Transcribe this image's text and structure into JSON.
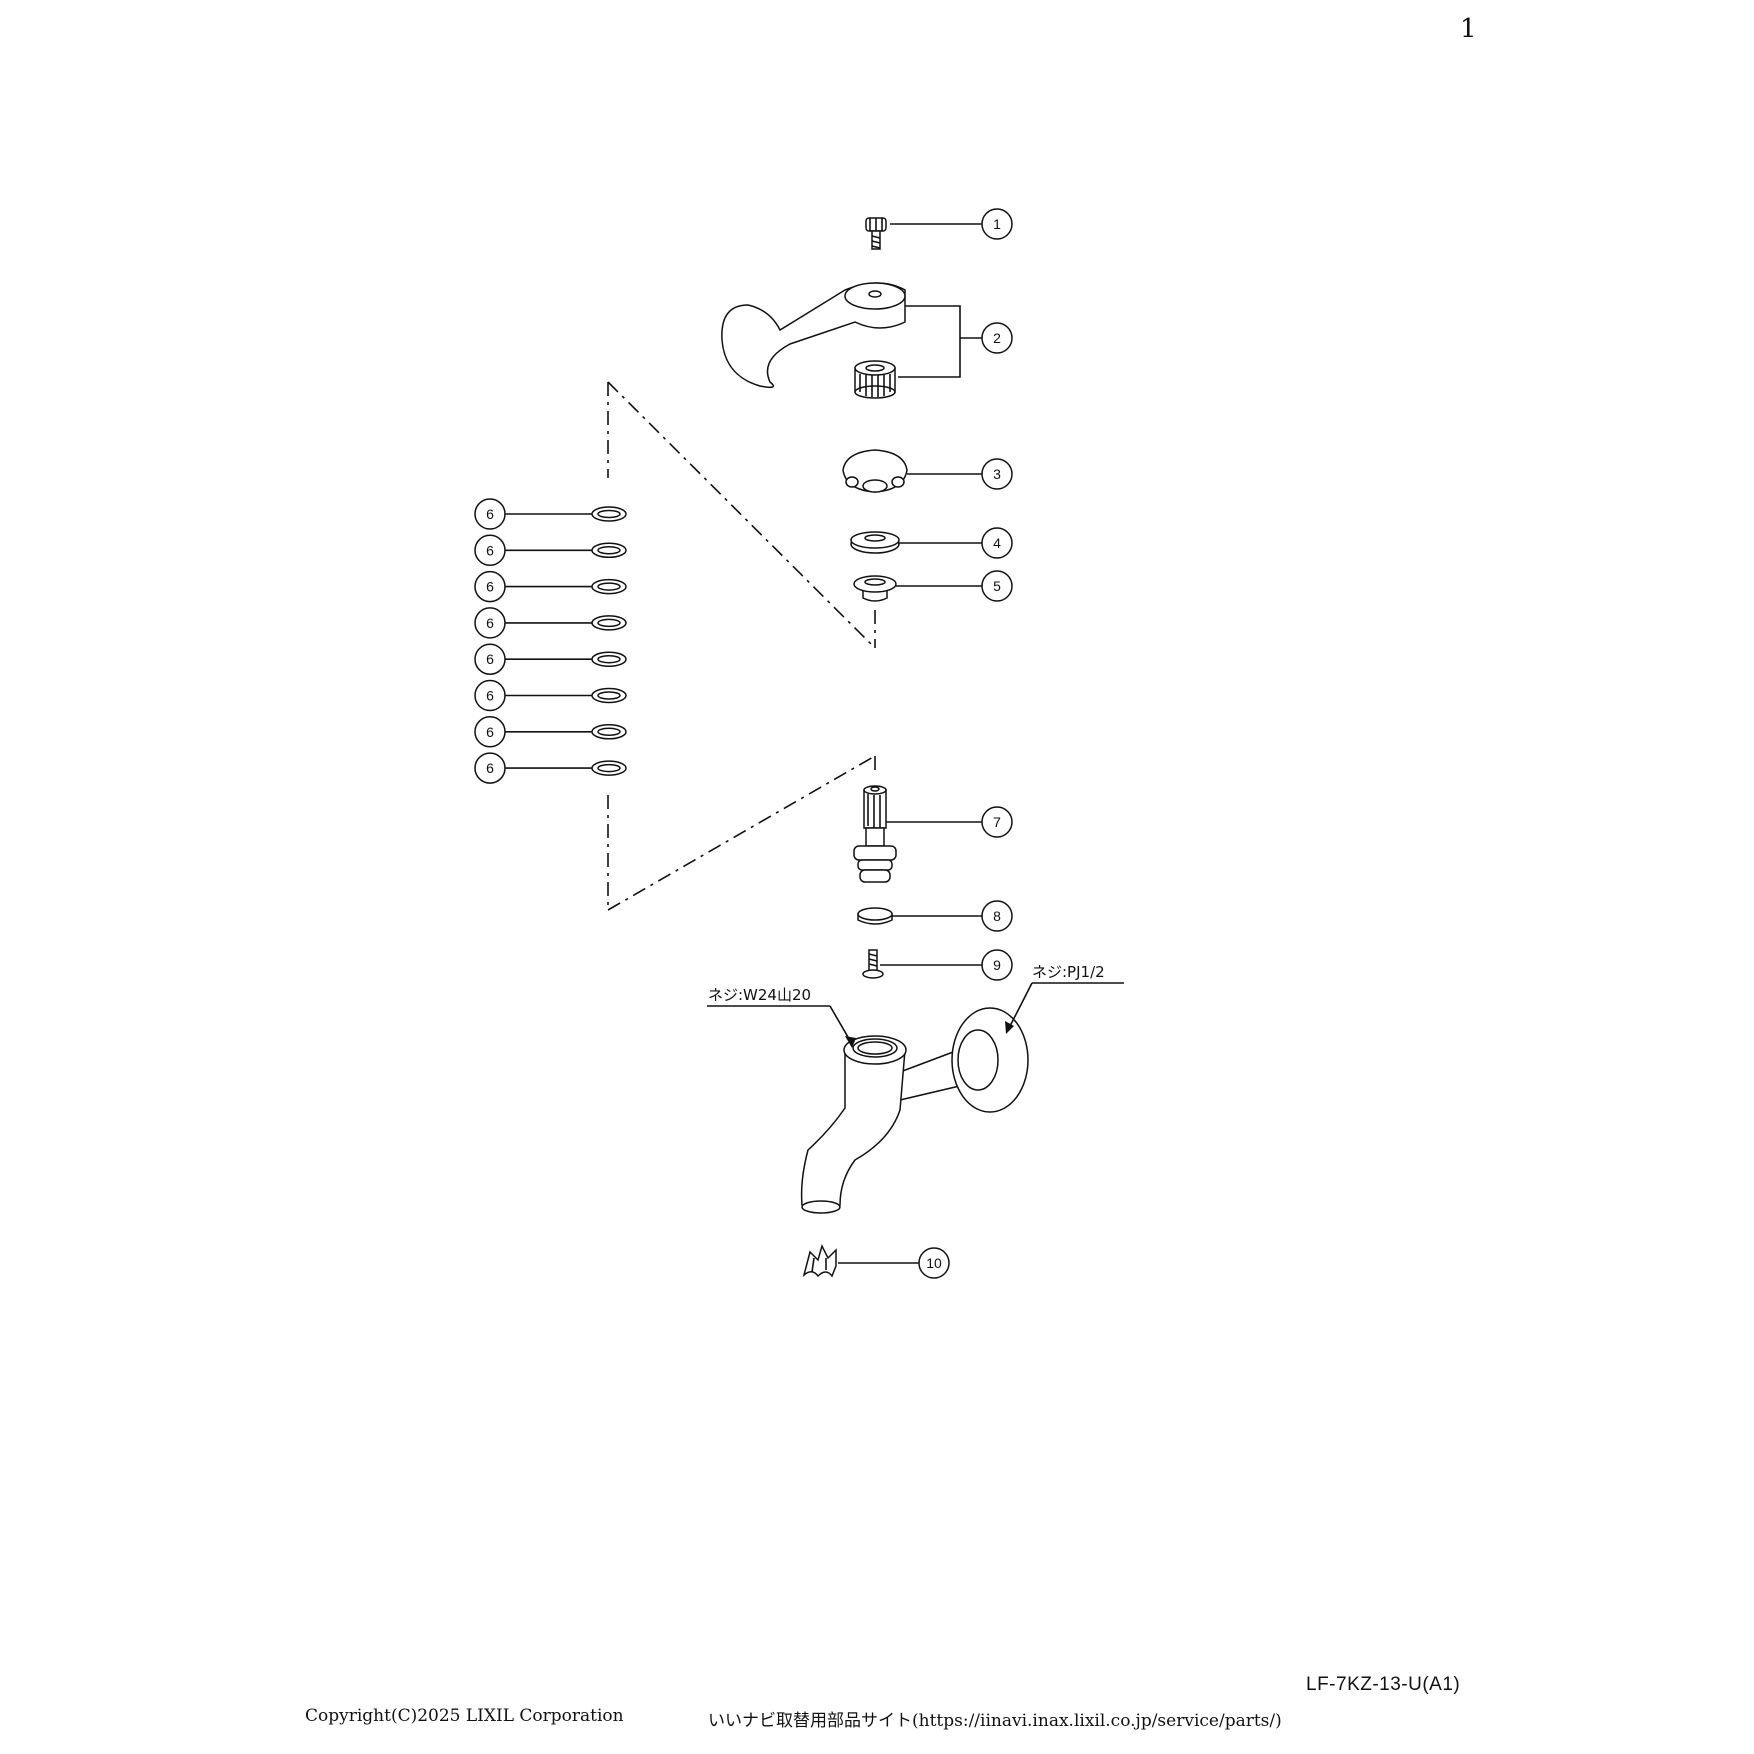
{
  "page": {
    "number": "1"
  },
  "parts": [
    {
      "number": "1",
      "icon": "screw-icon"
    },
    {
      "number": "2",
      "icon": "lever-handle-icon"
    },
    {
      "number": "3",
      "icon": "cap-nut-icon"
    },
    {
      "number": "4",
      "icon": "washer-icon"
    },
    {
      "number": "5",
      "icon": "bushing-icon"
    },
    {
      "number": "7",
      "icon": "spindle-icon"
    },
    {
      "number": "8",
      "icon": "packing-icon"
    },
    {
      "number": "9",
      "icon": "screw-icon"
    },
    {
      "number": "10",
      "icon": "aerator-icon"
    }
  ],
  "washer_set": {
    "number": "6",
    "count": 8,
    "icon": "o-ring-icon"
  },
  "callouts": {
    "thread_top": "ネジ:W24山20",
    "thread_wall": "ネジ:PJ1/2"
  },
  "footer": {
    "model_code": "LF-7KZ-13-U(A1)",
    "copyright": "Copyright(C)2025 LIXIL Corporation",
    "site": "いいナビ取替用部品サイト(https://iinavi.inax.lixil.co.jp/service/parts/)"
  }
}
